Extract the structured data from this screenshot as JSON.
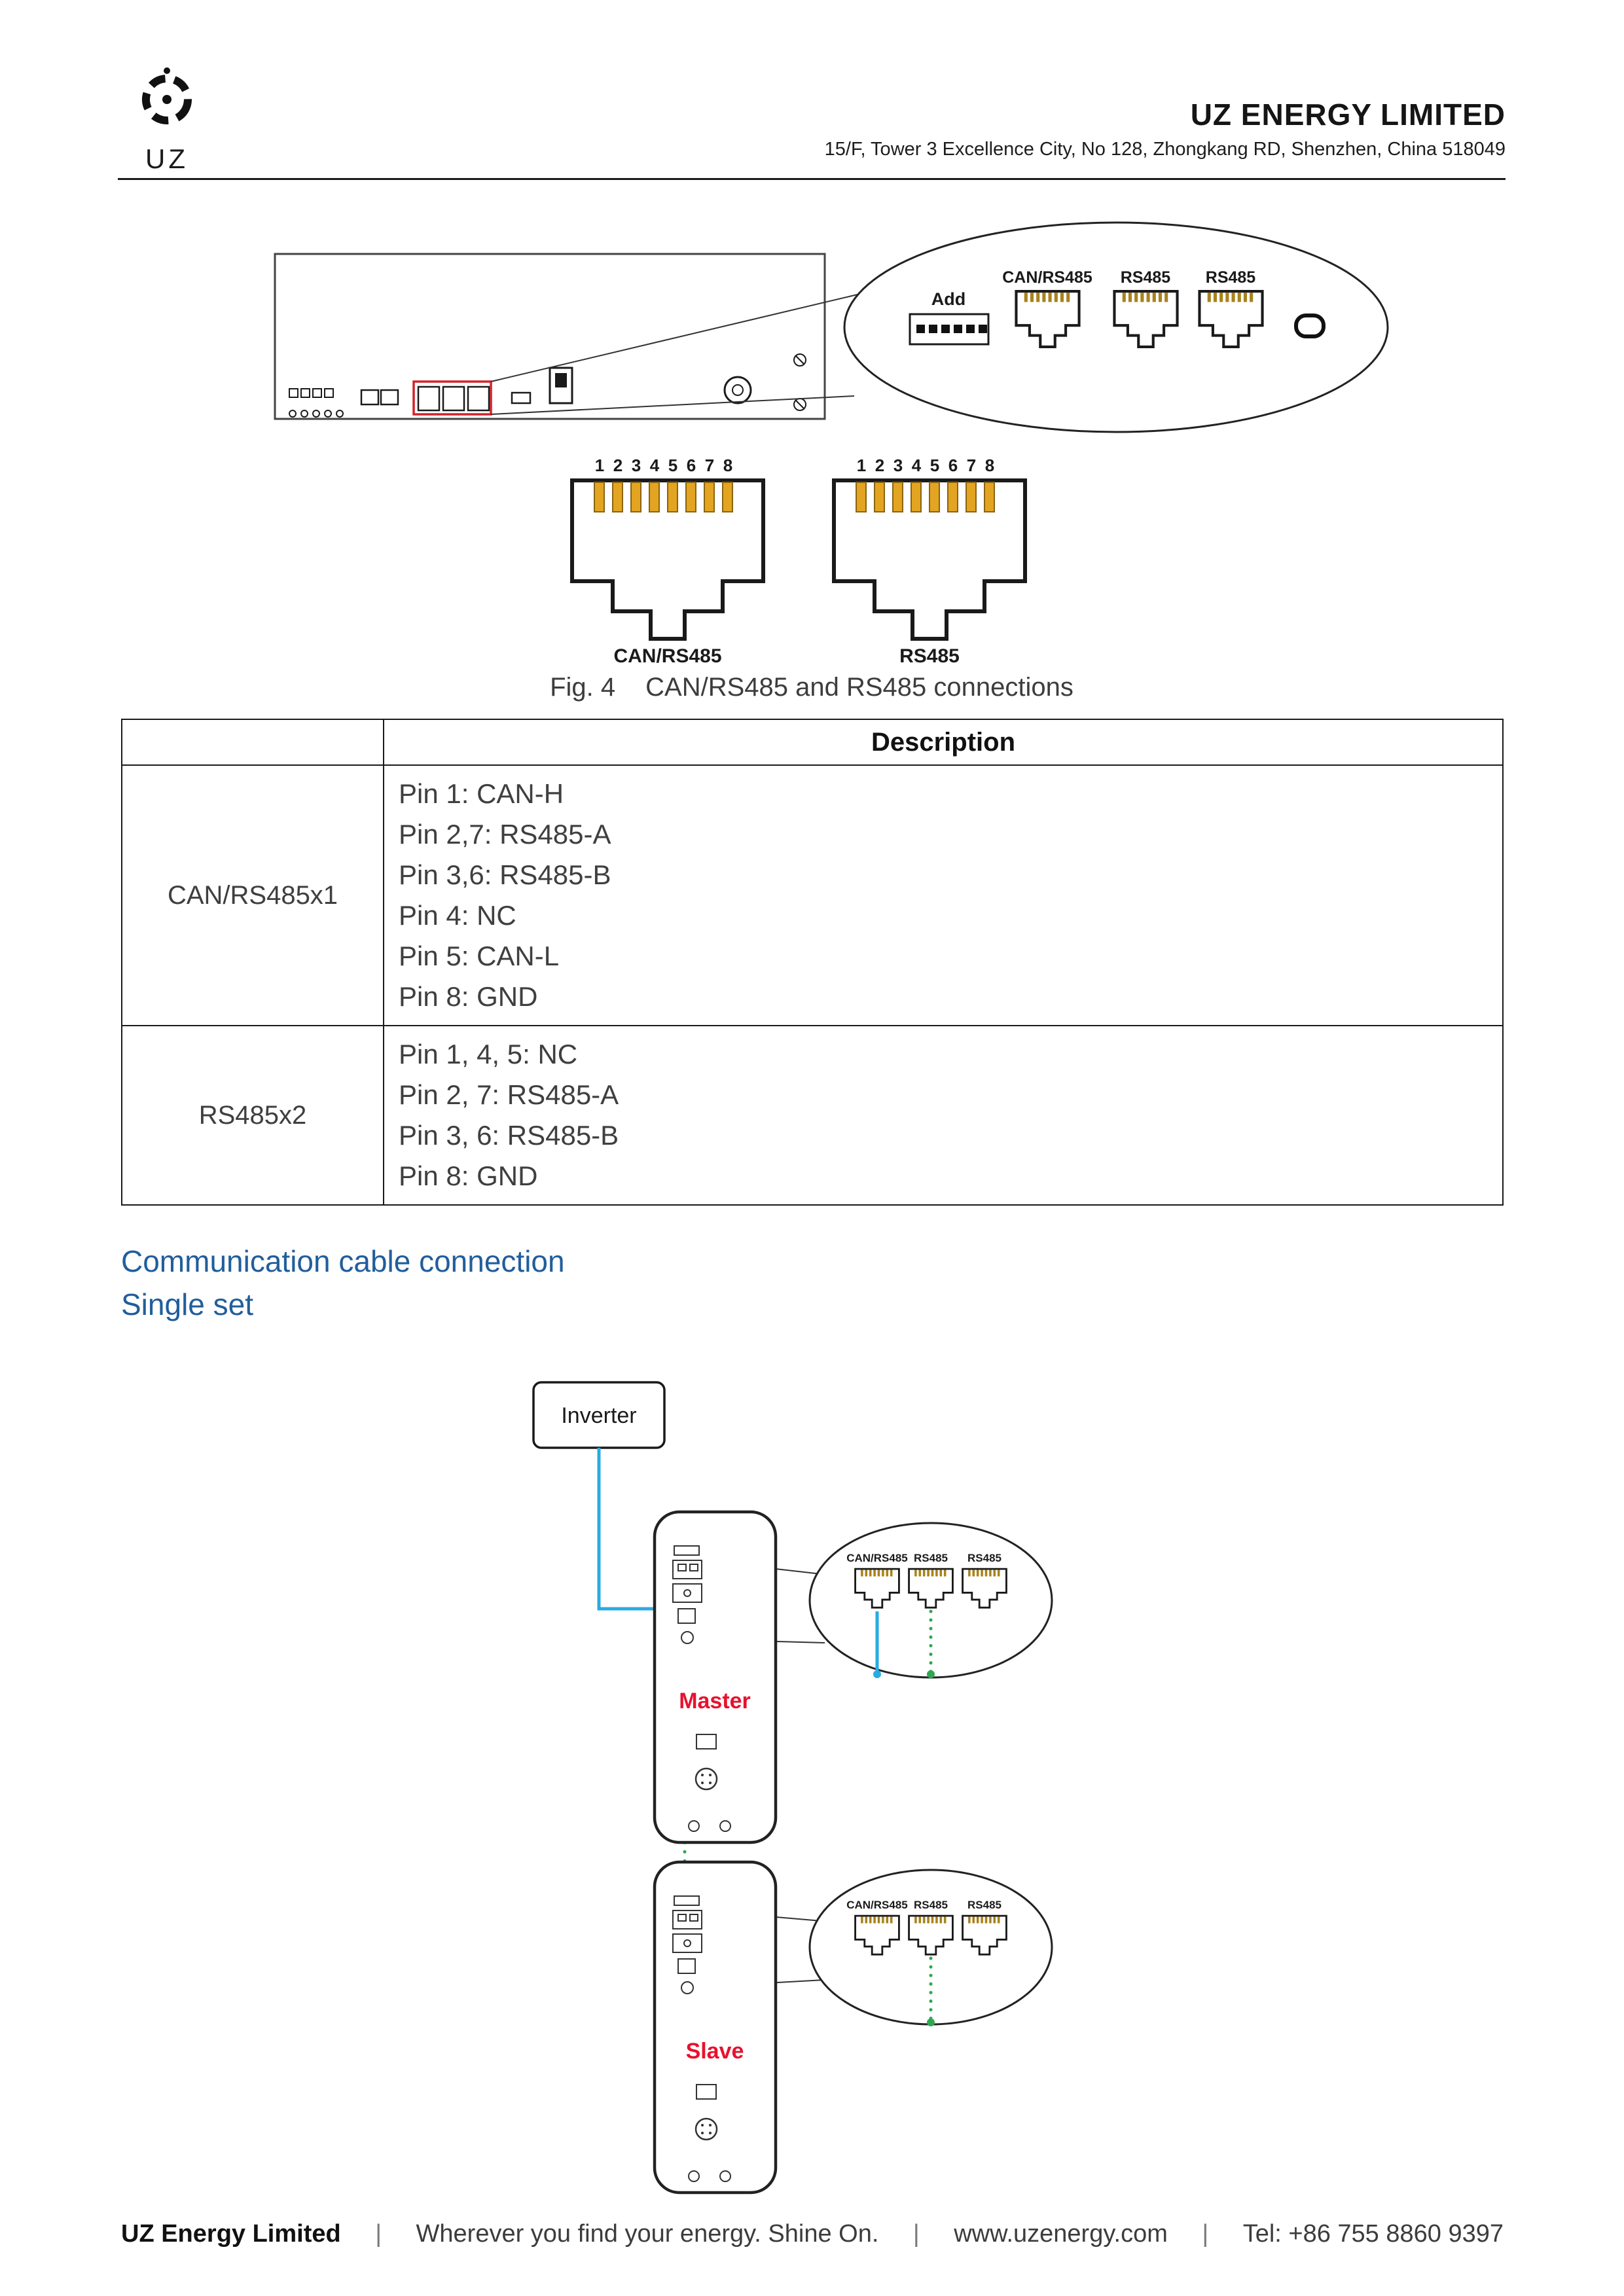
{
  "header": {
    "logo_text": "UZ",
    "company": "UZ ENERGY LIMITED",
    "address": "15/F, Tower 3 Excellence City, No 128, Zhongkang RD, Shenzhen, China 518049"
  },
  "figure": {
    "callout": {
      "dip_label": "Add",
      "port_labels": [
        "CAN/RS485",
        "RS485",
        "RS485"
      ]
    },
    "pin_numbers": [
      "1",
      "2",
      "3",
      "4",
      "5",
      "6",
      "7",
      "8"
    ],
    "connector_labels": [
      "CAN/RS485",
      "RS485"
    ],
    "caption_prefix": "Fig. 4",
    "caption_text": "CAN/RS485 and RS485 connections"
  },
  "table": {
    "header_description": "Description",
    "rows": [
      {
        "name": "CAN/RS485x1",
        "lines": [
          "Pin 1: CAN-H",
          "Pin 2,7: RS485-A",
          "Pin 3,6: RS485-B",
          "Pin 4: NC",
          "Pin 5: CAN-L",
          "Pin 8: GND"
        ]
      },
      {
        "name": "RS485x2",
        "lines": [
          "Pin 1, 4, 5: NC",
          "Pin 2, 7: RS485-A",
          "Pin 3, 6: RS485-B",
          "Pin 8: GND"
        ]
      }
    ]
  },
  "section": {
    "heading_line1": "Communication cable connection",
    "heading_line2": "Single set"
  },
  "diagram": {
    "inverter_label": "Inverter",
    "master_label": "Master",
    "slave_label": "Slave",
    "master_ports": [
      "CAN/RS485",
      "RS485",
      "RS485"
    ],
    "slave_ports": [
      "CAN/RS485",
      "RS485",
      "RS485"
    ]
  },
  "footer": {
    "company": "UZ Energy Limited",
    "separator": "|",
    "tagline": "Wherever you find your energy. Shine On.",
    "website": "www.uzenergy.com",
    "phone": "Tel: +86 755 8860 9397"
  },
  "colors": {
    "table_header_bg": "#FFC000",
    "heading_blue": "#215E9C",
    "cable_blue": "#29ABE2",
    "cable_green": "#2EA84F",
    "label_red": "#E8112D"
  }
}
